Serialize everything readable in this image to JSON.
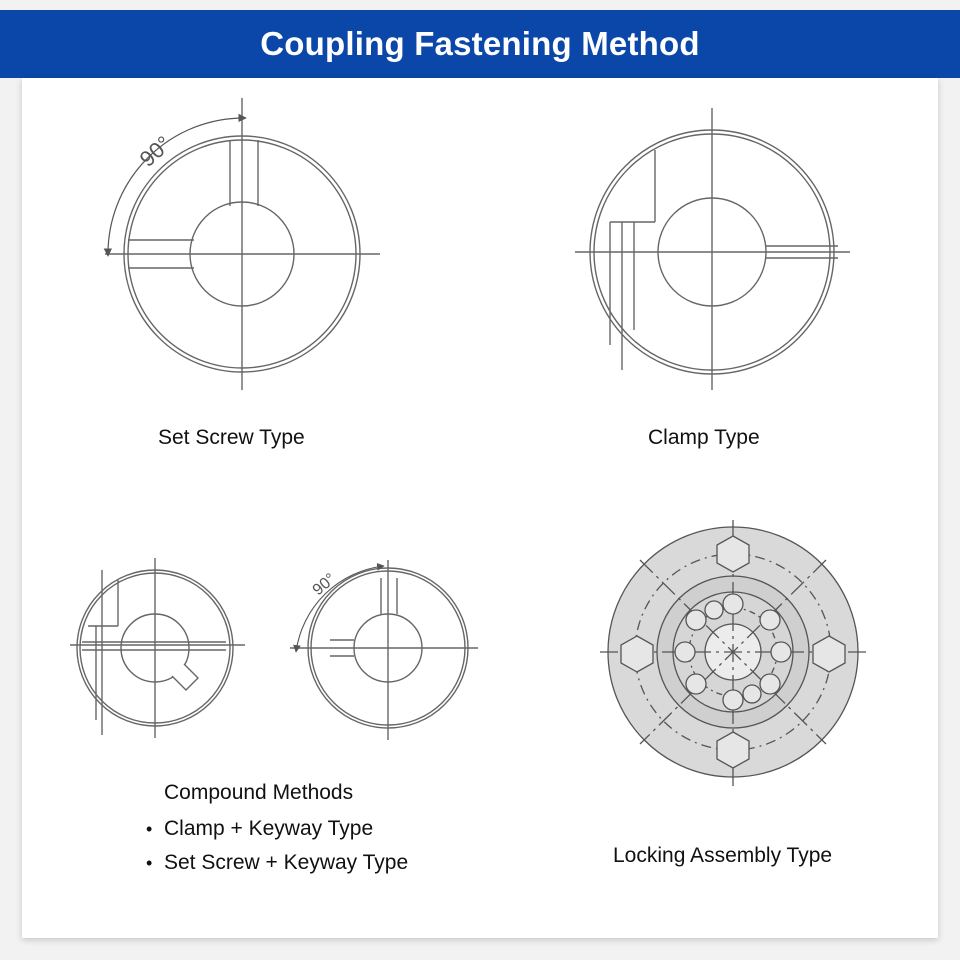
{
  "header": {
    "title": "Coupling Fastening Method"
  },
  "colors": {
    "header_bg": "#0b47a8",
    "line": "#666666",
    "hub_fill": "#d9d9d9"
  },
  "diagrams": {
    "set_screw": {
      "caption": "Set Screw Type",
      "angle_label": "90°"
    },
    "clamp": {
      "caption": "Clamp Type"
    },
    "compound": {
      "caption": "Compound Methods",
      "items": [
        "Clamp + Keyway Type",
        "Set Screw + Keyway Type"
      ],
      "angle_label": "90°"
    },
    "locking_assembly": {
      "caption": "Locking Assembly Type"
    }
  }
}
